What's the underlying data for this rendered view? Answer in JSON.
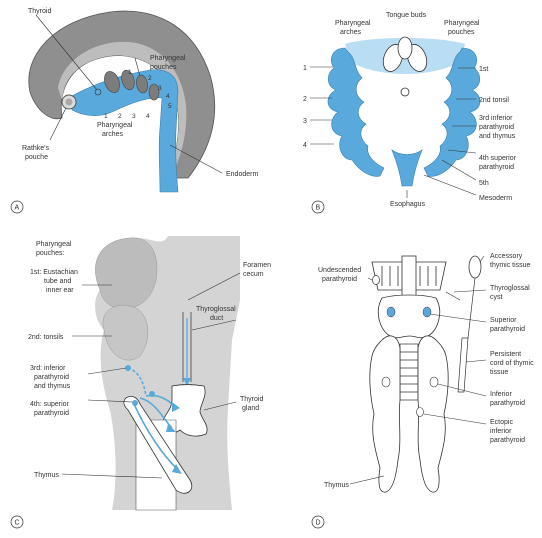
{
  "colors": {
    "blue": "#5aa9dc",
    "light_blue": "#b9ddf3",
    "grey_dark": "#8f8f8f",
    "grey": "#a8a8a8",
    "grey_light": "#dcdcdc",
    "line": "#333333"
  },
  "panels": {
    "a": {
      "letter": "A",
      "labels": {
        "thyroid": "Thyroid",
        "pharyngeal_pouches": "Pharyngeal pouches",
        "pharyngeal_arches": "Pharyngeal arches",
        "rathkes_pouche": "Rathke's pouche",
        "endoderm": "Endoderm"
      },
      "pouch_numbers": [
        "1",
        "2",
        "3",
        "4",
        "5"
      ],
      "arch_numbers": [
        "1",
        "2",
        "3",
        "4"
      ]
    },
    "b": {
      "letter": "B",
      "labels": {
        "tongue_buds": "Tongue buds",
        "pharyngeal_arches": "Pharyngeal arches",
        "pharyngeal_pouches": "Pharyngeal pouches",
        "first": "1st",
        "second_tonsil": "2nd tonsil",
        "third": "3rd inferior parathyroid and thymus",
        "fourth": "4th superior parathyroid",
        "fifth": "5th",
        "mesoderm": "Mesoderm",
        "esophagus": "Esophagus"
      },
      "arch_numbers": [
        "1",
        "2",
        "3",
        "4"
      ]
    },
    "c": {
      "letter": "C",
      "labels": {
        "pharyngeal_pouches": "Pharyngeal pouches:",
        "first": "1st: Eustachian tube and inner ear",
        "second": "2nd: tonsils",
        "third": "3rd: inferior parathyroid and thymus",
        "fourth": "4th: superior parathyroid",
        "thymus": "Thymus",
        "foramen_cecum": "Foramen cecum",
        "thyroglossal_duct": "Thyroglossal duct",
        "thyroid_gland": "Thyroid gland"
      }
    },
    "d": {
      "letter": "D",
      "labels": {
        "undescended": "Undescended parathyroid",
        "accessory": "Accessory thymic tissue",
        "thyroglossal_cyst": "Thyroglossal cyst",
        "superior": "Superior parathyroid",
        "persistent": "Persistent cord of thymic tissue",
        "inferior": "Inferior parathyroid",
        "ectopic": "Ectopic inferior parathyroid",
        "thymus": "Thymus"
      }
    }
  }
}
